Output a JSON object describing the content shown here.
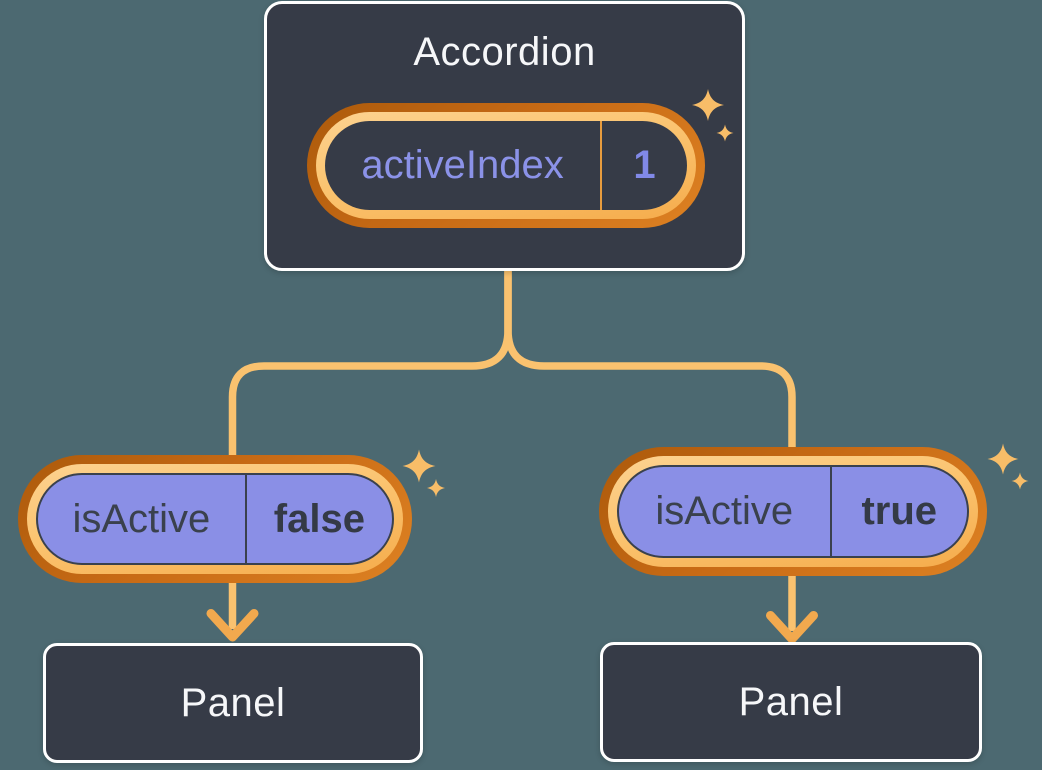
{
  "tree": {
    "root": {
      "component_name": "Accordion",
      "state": {
        "name": "activeIndex",
        "value": "1"
      }
    },
    "children": [
      {
        "prop": {
          "name": "isActive",
          "value": "false"
        },
        "component_name": "Panel"
      },
      {
        "prop": {
          "name": "isActive",
          "value": "true"
        },
        "component_name": "Panel"
      }
    ]
  },
  "icons": {
    "sparkle": "four-point-sparkle"
  },
  "colors": {
    "background": "#4C6971",
    "box_fill": "#363B47",
    "box_border": "#FFFFFF",
    "pill_purple_fill": "#8A8FE6",
    "pill_ring_dark_orange": "#C76A15",
    "pill_ring_light_orange": "#FBC470",
    "connector_line": "#FAC26F",
    "arrowhead": "#F2A94E",
    "sparkle": "#F8BD68",
    "text_light": "#F6F7F9",
    "text_purple": "#8B92E8",
    "text_dark": "#3A414D",
    "divider_orange": "#E89C3E"
  }
}
